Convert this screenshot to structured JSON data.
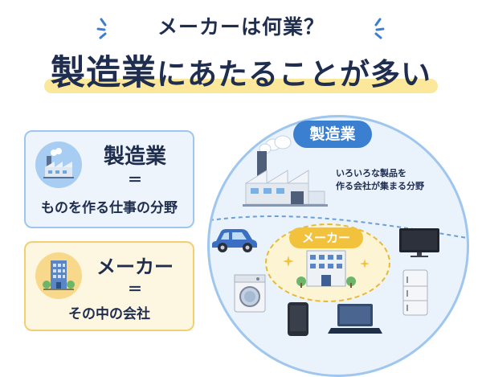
{
  "header": {
    "title": "メーカーは何業？",
    "subtitle_main": "製造業",
    "subtitle_rest": "にあたることが多い"
  },
  "cards": {
    "manufacturing": {
      "heading": "製造業",
      "equals": "＝",
      "description": "ものを作る仕事の分野",
      "icon": "factory-icon"
    },
    "maker": {
      "heading": "メーカー",
      "equals": "＝",
      "description": "その中の会社",
      "icon": "office-building-icon"
    }
  },
  "diagram": {
    "industry_label": "製造業",
    "industry_description_line1": "いろいろな製品を",
    "industry_description_line2": "作る会社が集まる分野",
    "maker_label": "メーカー",
    "products": [
      "car-icon",
      "television-icon",
      "washing-machine-icon",
      "smartphone-icon",
      "laptop-icon",
      "refrigerator-icon"
    ]
  },
  "colors": {
    "navy": "#1f2d4f",
    "blue_accent": "#3a7fd0",
    "light_blue": "#eaf3fc",
    "yellow_accent": "#f3c23c",
    "highlight": "#fbe89a"
  }
}
